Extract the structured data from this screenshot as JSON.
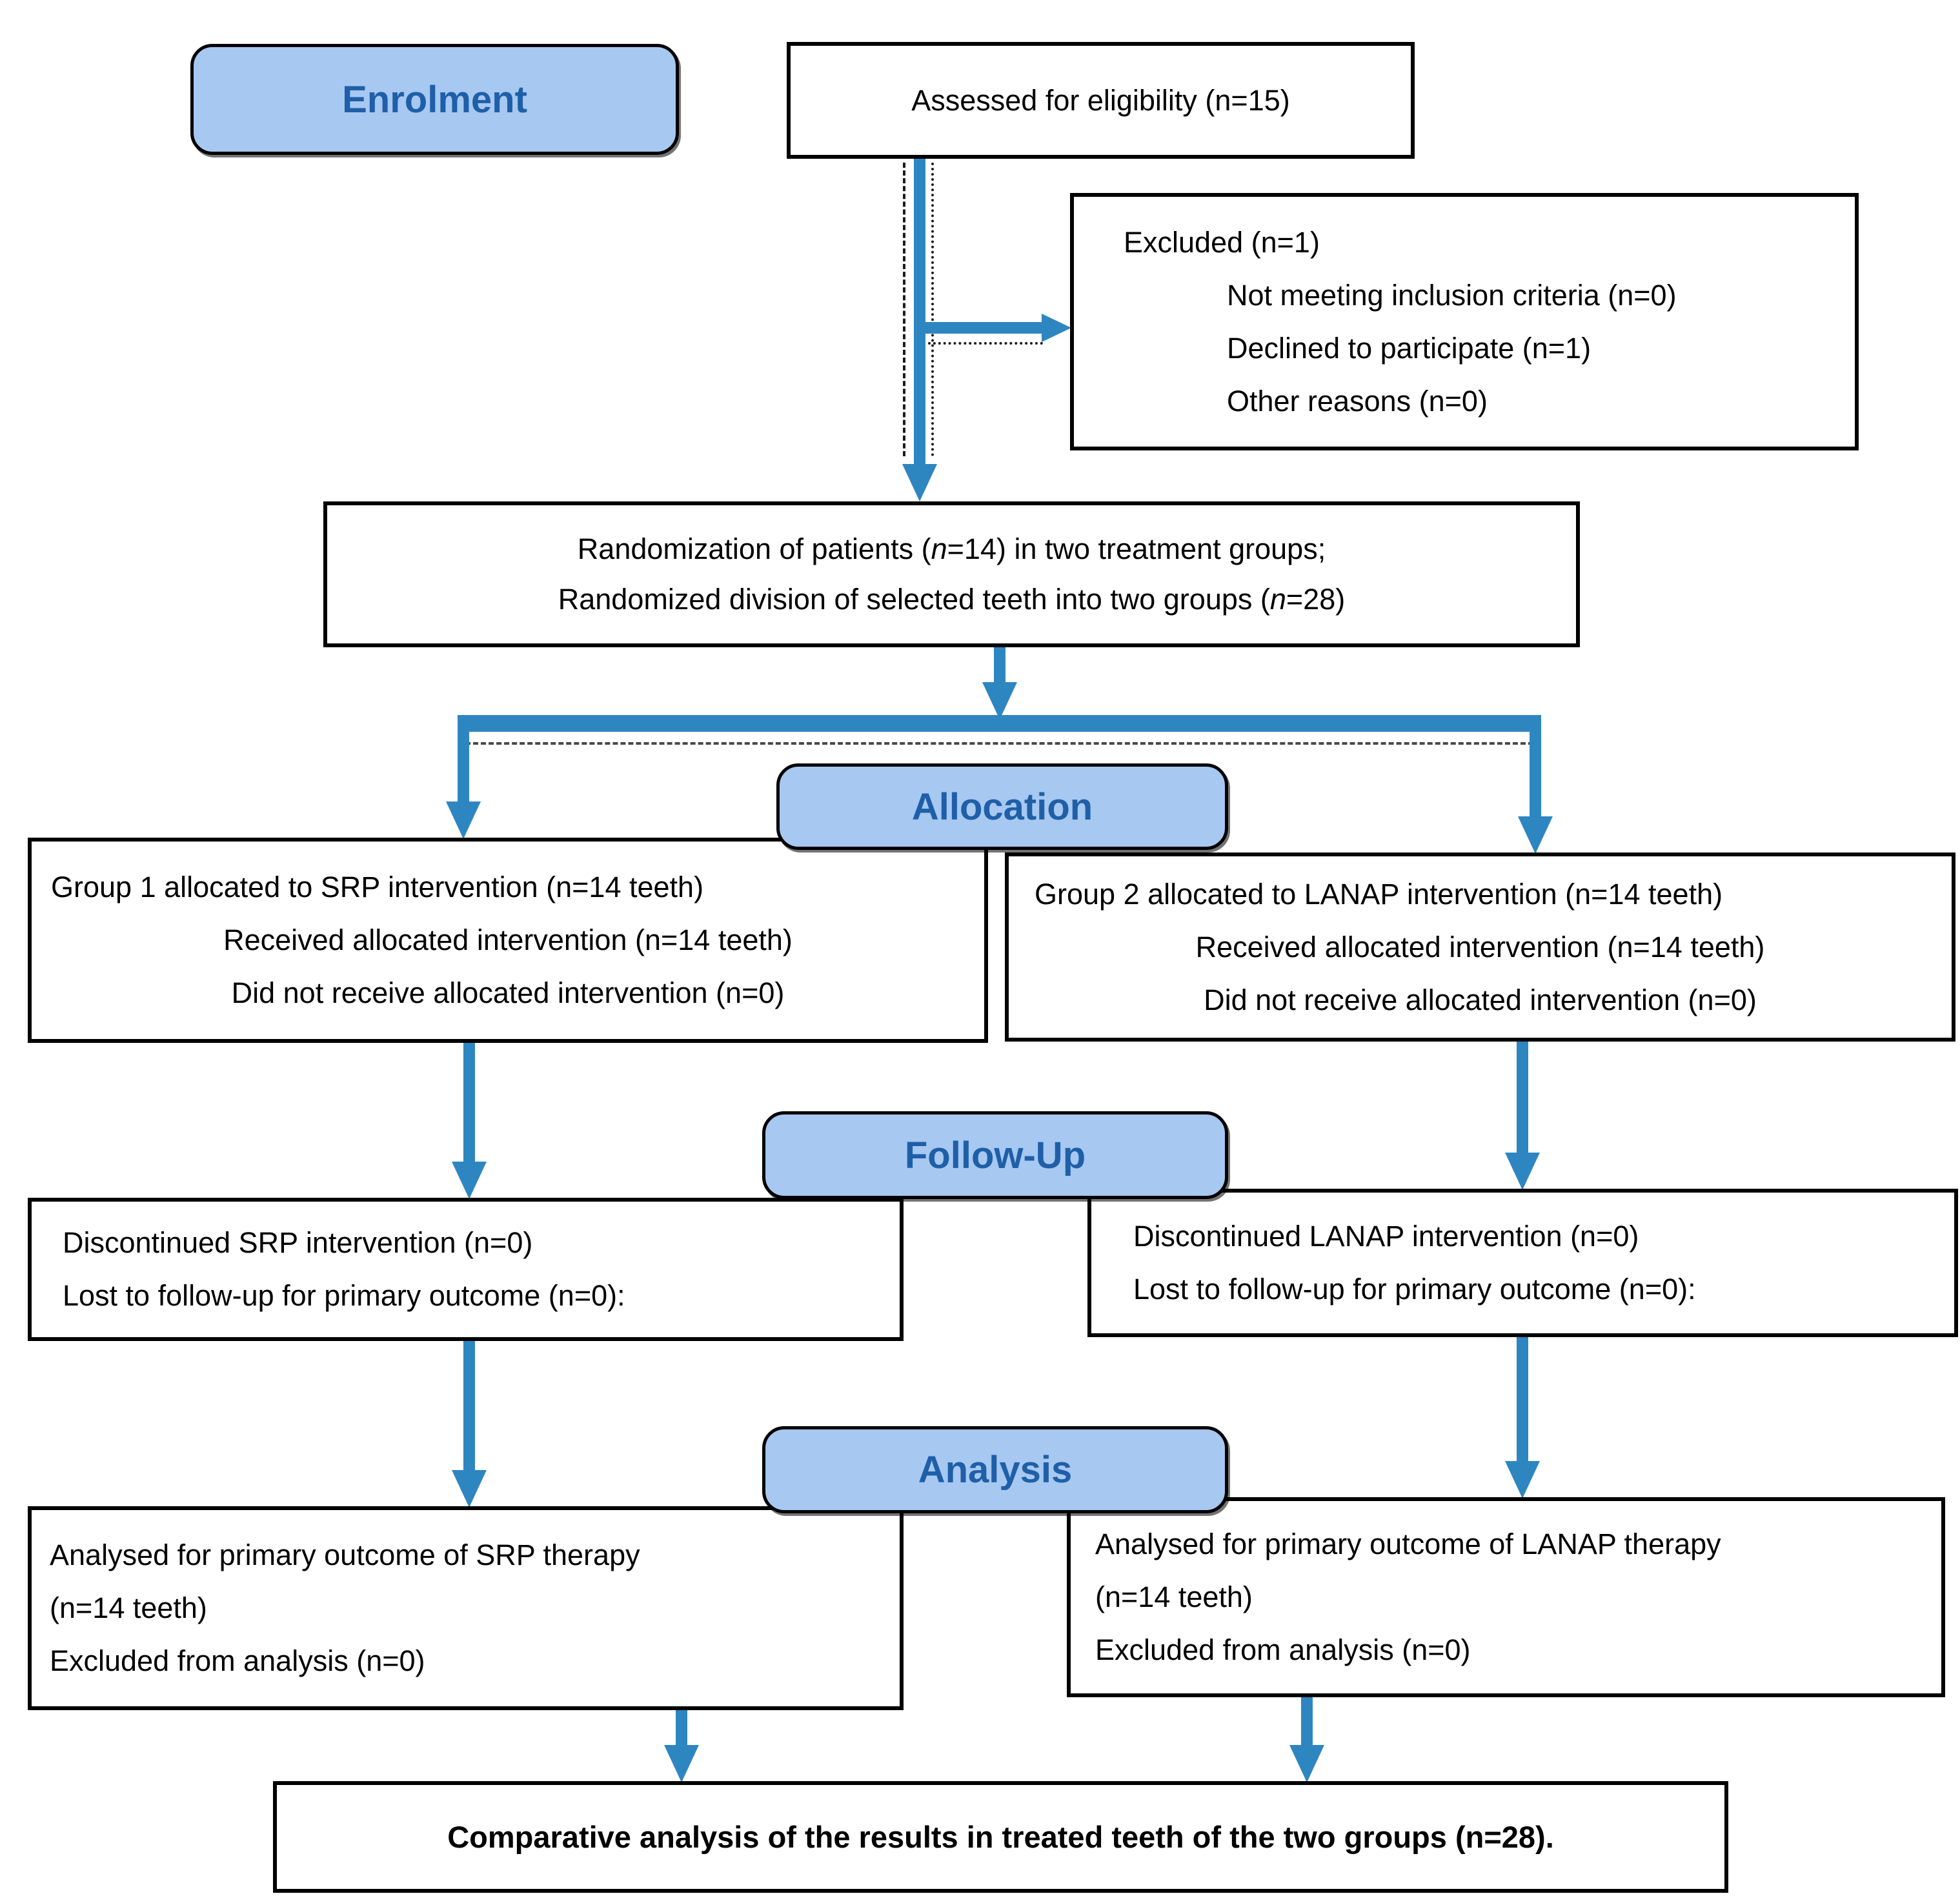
{
  "stages": {
    "enrolment": "Enrolment",
    "allocation": "Allocation",
    "followup": "Follow-Up",
    "analysis": "Analysis"
  },
  "boxes": {
    "assessed": {
      "text": "Assessed for eligibility (n=15)"
    },
    "excluded": {
      "title": "Excluded (n=1)",
      "items": [
        "Not meeting inclusion criteria (n=0)",
        "Declined to participate (n=1)",
        "Other reasons (n=0)"
      ]
    },
    "randomization": {
      "line1": {
        "a": "Randomization of patients (",
        "n": "n",
        "b": "=14) in two treatment groups;"
      },
      "line2": {
        "a": "Randomized division of selected teeth into two groups (",
        "n": "n",
        "b": "=28)"
      }
    },
    "group1": {
      "lines": [
        "Group 1 allocated to SRP intervention (n=14 teeth)",
        "Received allocated intervention (n=14 teeth)",
        "Did not receive allocated intervention (n=0)"
      ]
    },
    "group2": {
      "lines": [
        "Group 2 allocated to LANAP intervention (n=14 teeth)",
        "Received allocated intervention (n=14 teeth)",
        "Did not receive allocated intervention (n=0)"
      ]
    },
    "followup1": {
      "lines": [
        "Discontinued SRP intervention (n=0)",
        "Lost to follow-up for primary outcome (n=0):"
      ]
    },
    "followup2": {
      "lines": [
        "Discontinued LANAP intervention (n=0)",
        "Lost to follow-up for primary outcome (n=0):"
      ]
    },
    "analysis1": {
      "lines": [
        "Analysed for primary outcome of SRP therapy",
        "(n=14 teeth)",
        "Excluded from analysis (n=0)"
      ]
    },
    "analysis2": {
      "lines": [
        "Analysed for primary outcome of LANAP therapy",
        "(n=14 teeth)",
        "Excluded from analysis (n=0)"
      ]
    },
    "comparative": {
      "text": "Comparative analysis of the results in treated teeth of the two groups (n=28)."
    }
  },
  "colors": {
    "stage_fill": "#A6C8F1",
    "stage_text": "#1F5FA8",
    "arrow_blue": "#2E86C1",
    "box_border": "#000000"
  }
}
